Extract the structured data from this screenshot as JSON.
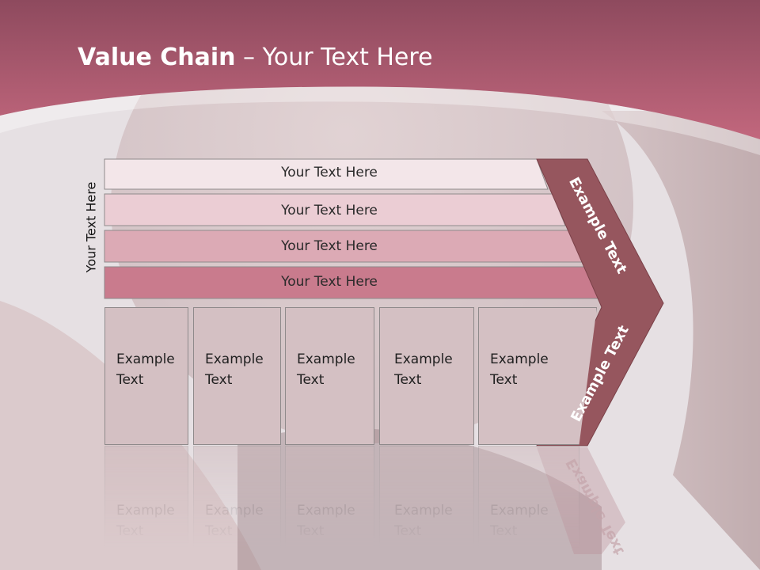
{
  "slide": {
    "title_bold": "Value Chain",
    "title_rest": " – Your Text Here",
    "side_label": "Your Text Here"
  },
  "rows": [
    {
      "label": "Your Text Here"
    },
    {
      "label": "Your Text Here"
    },
    {
      "label": "Your Text Here"
    },
    {
      "label": "Your Text Here"
    }
  ],
  "boxes": [
    {
      "line1": "Example",
      "line2": "Text"
    },
    {
      "line1": "Example",
      "line2": "Text"
    },
    {
      "line1": "Example",
      "line2": "Text"
    },
    {
      "line1": "Example",
      "line2": "Text"
    },
    {
      "line1": "Example",
      "line2": "Text"
    }
  ],
  "arrow": {
    "upper_label": "Example Text",
    "lower_label": "Example Text"
  },
  "colors": {
    "header": "#b85b73",
    "arrow": "#96565e",
    "row1": "#f3e6e9",
    "row2": "#ebcdd4",
    "row3": "#dcaab5",
    "row4": "#c97b8d",
    "box": "#d4c0c3"
  }
}
